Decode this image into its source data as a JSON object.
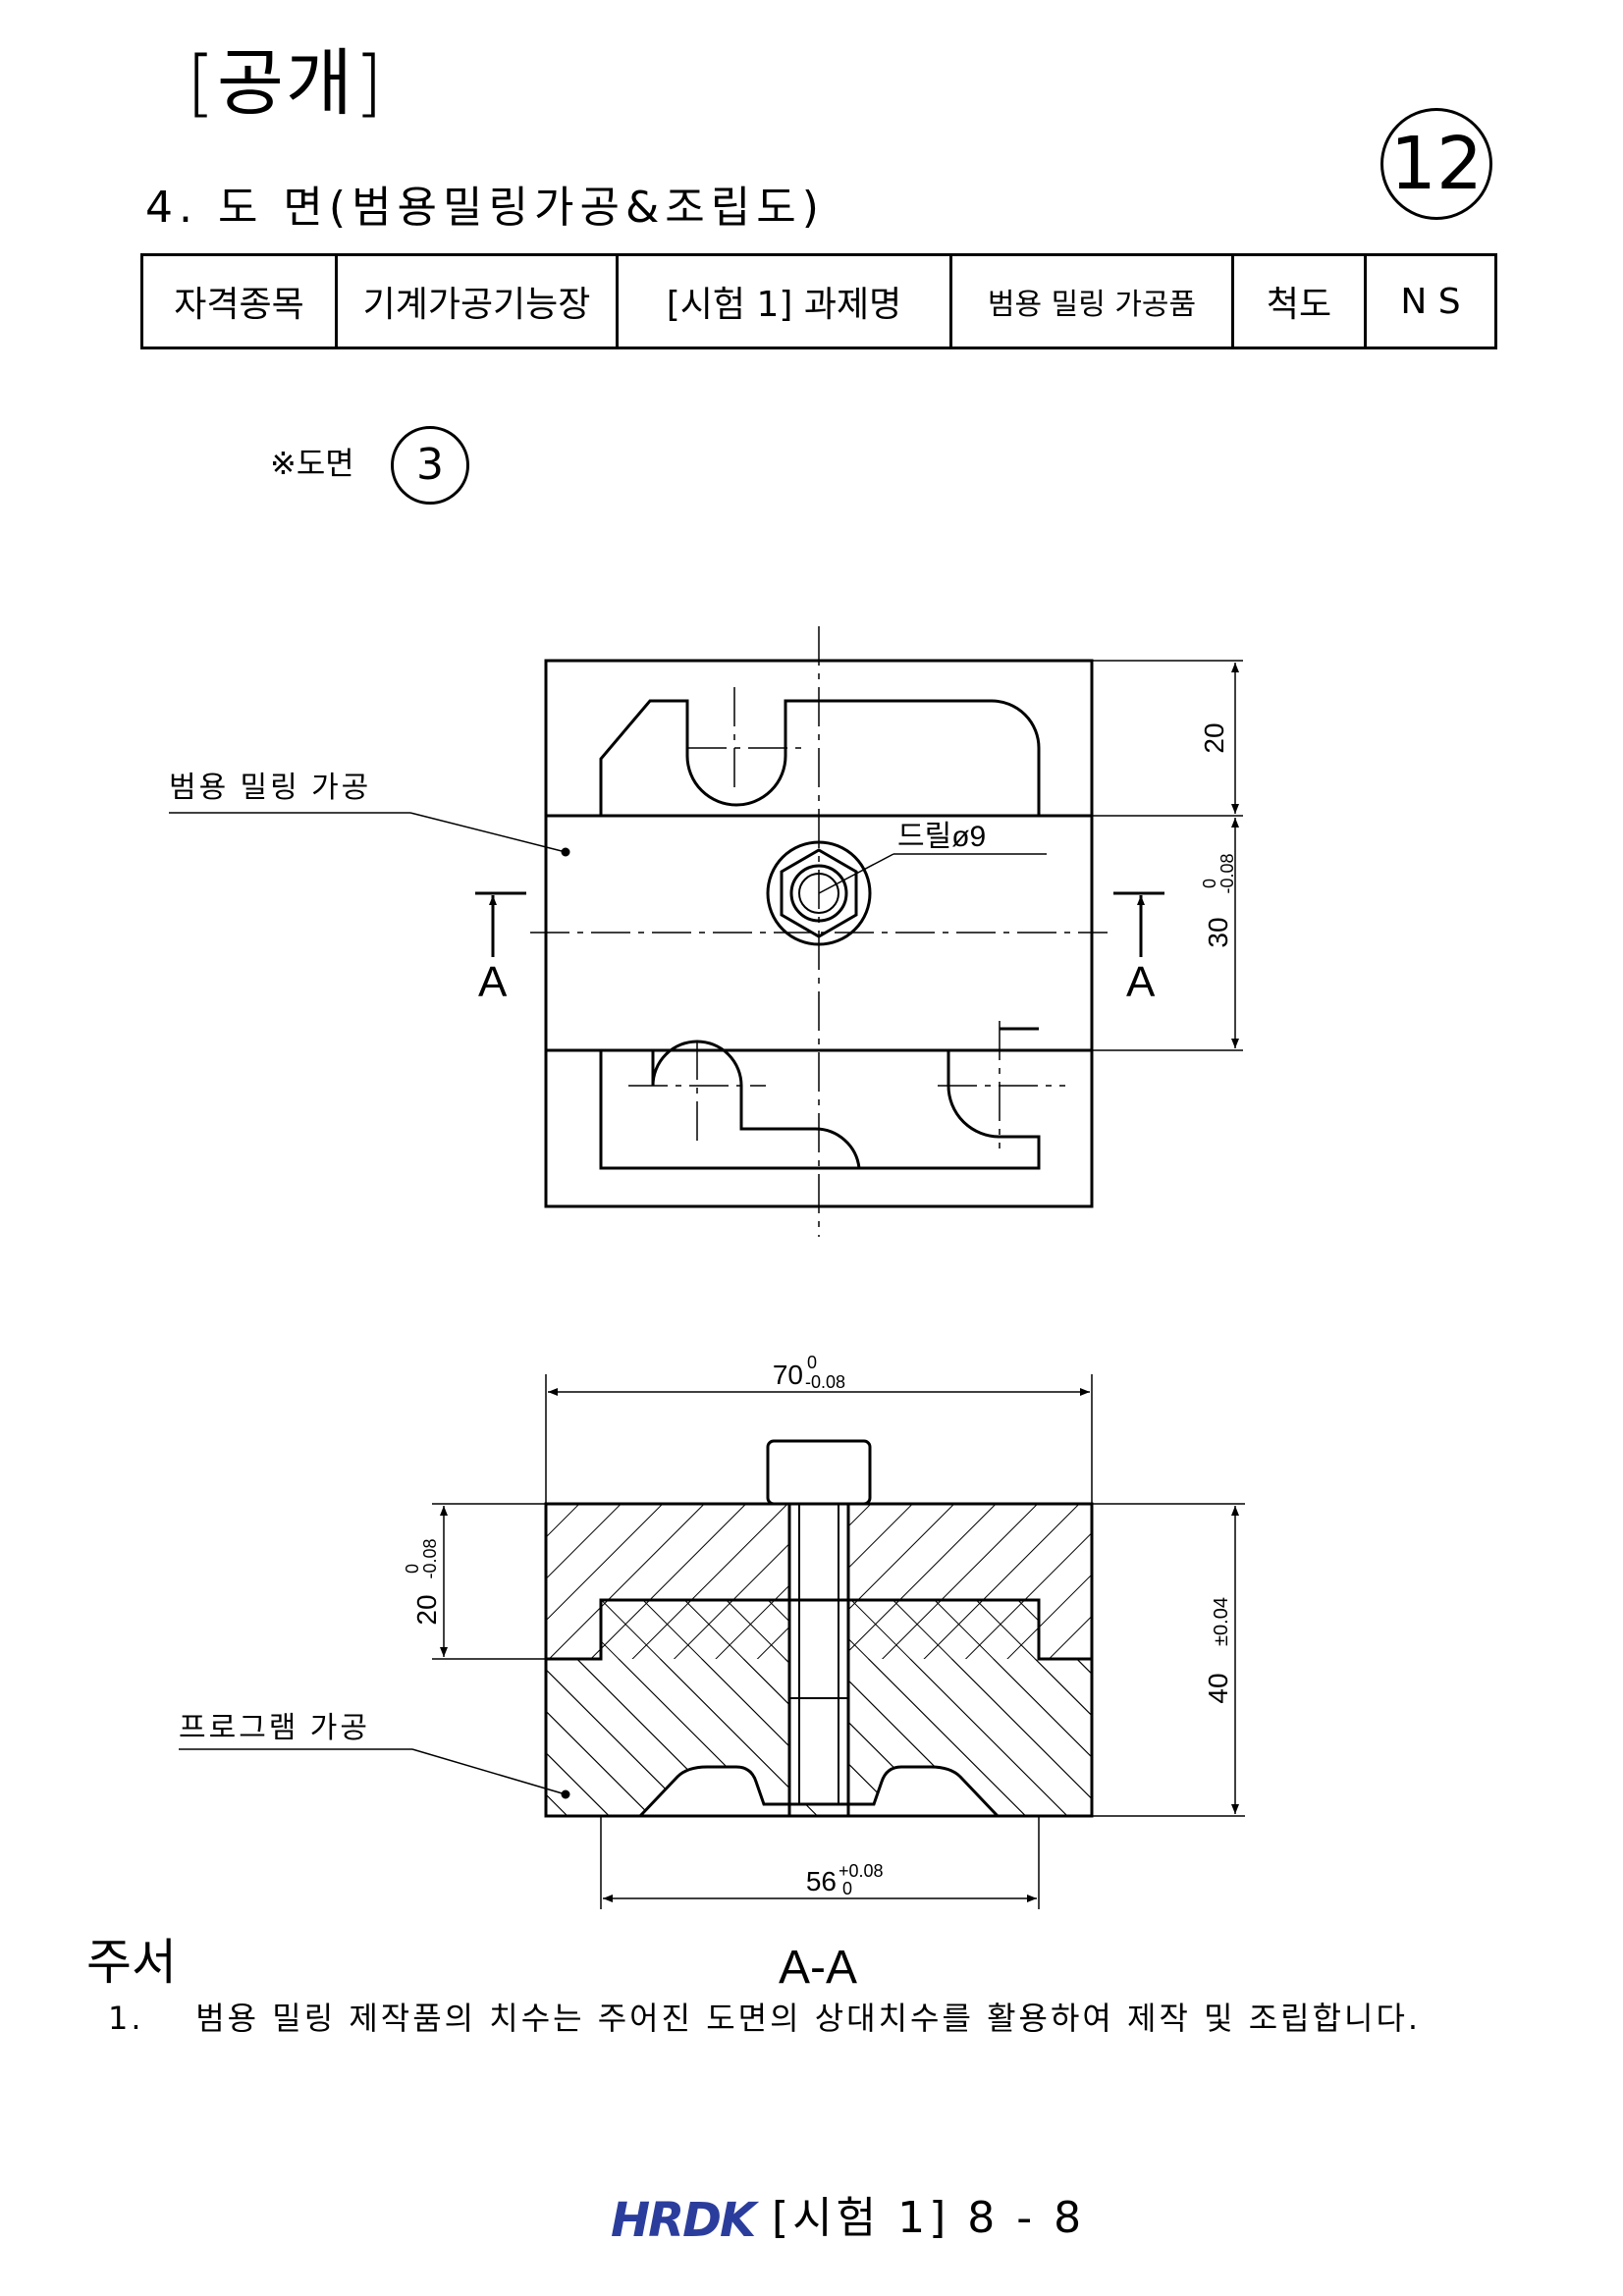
{
  "header": {
    "public_label": "[공개]",
    "page_circle_number": "12"
  },
  "section_title": "4. 도 면(범용밀링가공&조립도)",
  "info_table": {
    "cells": [
      "자격종목",
      "기계가공기능장",
      "[시험 1] 과제명",
      "범용 밀링 가공품",
      "척도",
      "N S"
    ]
  },
  "drawing_ref": {
    "label": "※도면",
    "number": "3"
  },
  "top_view": {
    "leader_label": "범용 밀링 가공",
    "drill_label": "드릴ø9",
    "section_mark": "A",
    "dim_top": "20",
    "dim_middle": "30",
    "dim_middle_tol_upper": "0",
    "dim_middle_tol_lower": "-0.08"
  },
  "section_view": {
    "title": "A-A",
    "leader_label": "프로그램 가공",
    "dim_width": "70",
    "dim_width_tol_upper": "0",
    "dim_width_tol_lower": "-0.08",
    "dim_height": "40",
    "dim_height_tol": "±0.04",
    "dim_left": "20",
    "dim_left_tol_upper": "0",
    "dim_left_tol_lower": "-0.08",
    "dim_bottom": "56",
    "dim_bottom_tol_upper": "+0.08",
    "dim_bottom_tol_lower": "0"
  },
  "notes": {
    "title": "주서",
    "items": [
      {
        "number": "1.",
        "text": "범용 밀링 제작품의 치수는 주어진 도면의 상대치수를 활용하여 제작 및 조립합니다."
      }
    ]
  },
  "footer": {
    "logo": "HRDK",
    "text": "[시험 1] 8 - 8"
  },
  "colors": {
    "logo_blue": "#2b3d9c"
  }
}
